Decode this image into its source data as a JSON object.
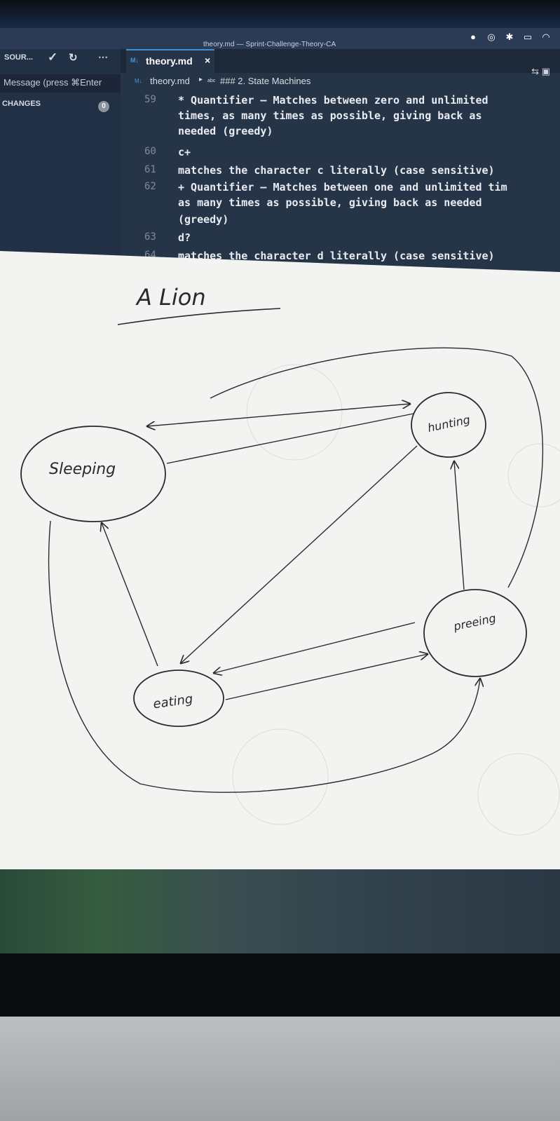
{
  "screen": {
    "window_title": "theory.md — Sprint-Challenge-Theory-CA",
    "scm": {
      "header_label": "SOUR...",
      "check_icon": "check-icon",
      "refresh_icon": "refresh-icon",
      "more_icon": "ellipsis-icon",
      "message_placeholder": "Message (press ⌘Enter",
      "changes_label": "CHANGES",
      "changes_count": "0"
    },
    "tab": {
      "md_badge": "M↓",
      "name": "theory.md",
      "close": "×"
    },
    "breadcrumb": {
      "md_badge": "M↓",
      "file": "theory.md",
      "sep": "▸",
      "abc": "abc",
      "heading": "### 2. State Machines"
    },
    "code_lines": [
      {
        "num": "59",
        "text": "* Quantifier — Matches between zero and unlimited"
      },
      {
        "num": "",
        "text": "times, as many times as possible, giving back as"
      },
      {
        "num": "",
        "text": "needed (greedy)"
      },
      {
        "num": "60",
        "text": "c+"
      },
      {
        "num": "61",
        "text": "matches the character c literally (case sensitive)"
      },
      {
        "num": "62",
        "text": "+ Quantifier — Matches between one and unlimited tim"
      },
      {
        "num": "",
        "text": " as many times as possible, giving back as needed"
      },
      {
        "num": "",
        "text": "(greedy)"
      },
      {
        "num": "63",
        "text": "d?"
      },
      {
        "num": "64",
        "text": "matches the character d literally (case sensitive)"
      }
    ]
  },
  "drawing": {
    "title": "A Lion",
    "states": [
      "Sleeping",
      "hunting",
      "preeing",
      "eating"
    ]
  },
  "colors": {
    "screen_bg": "#263447",
    "paper": "#f3f3f1",
    "ink": "#2a2a2a"
  }
}
